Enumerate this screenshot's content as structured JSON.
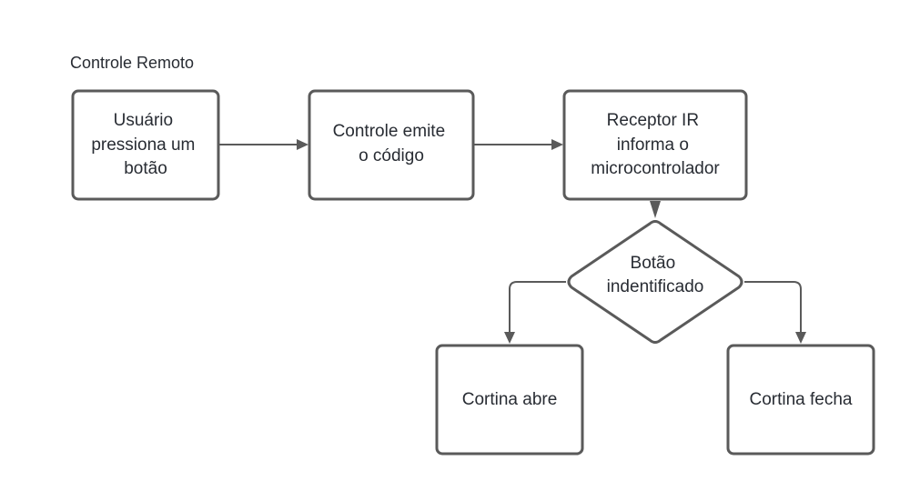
{
  "diagram": {
    "title": "Controle Remoto",
    "nodes": {
      "usuario": {
        "lines": [
          "Usuário",
          "pressiona um",
          "botão"
        ]
      },
      "controle": {
        "lines": [
          "Controle emite",
          "o código"
        ]
      },
      "receptor": {
        "lines": [
          "Receptor IR",
          "informa o",
          "microcontrolador"
        ]
      },
      "decisao": {
        "lines": [
          "Botão",
          "indentificado"
        ]
      },
      "abre": {
        "lines": [
          "Cortina abre"
        ]
      },
      "fecha": {
        "lines": [
          "Cortina fecha"
        ]
      }
    }
  },
  "colors": {
    "stroke": "#5a5a5a",
    "text": "#282c33",
    "background": "#ffffff"
  }
}
